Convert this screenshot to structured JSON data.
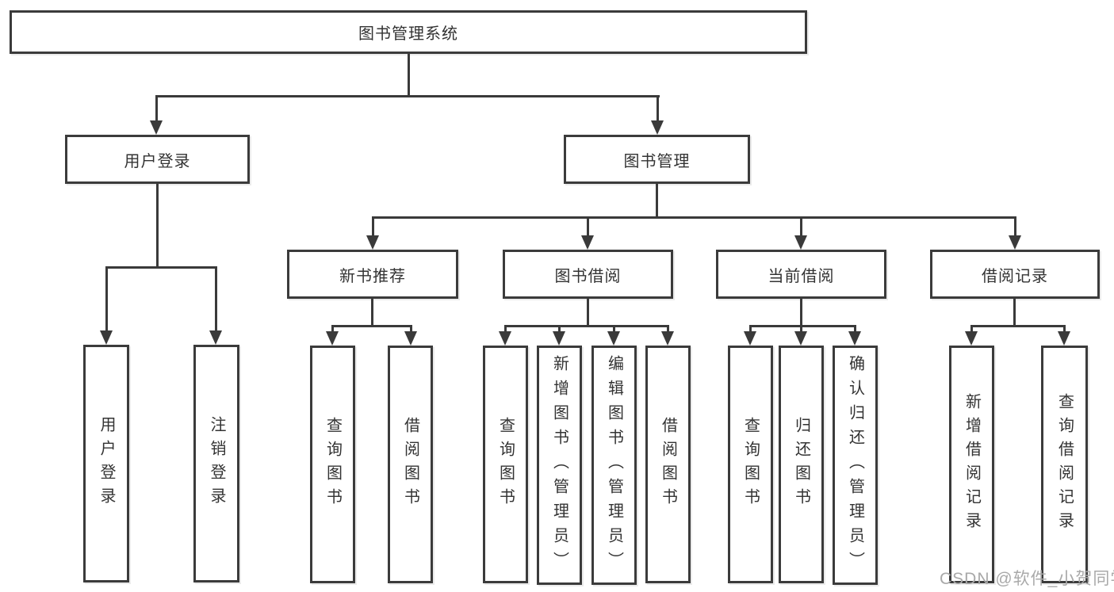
{
  "colors": {
    "line": "#3a3a3a",
    "box_border": "#3b3b3b",
    "text": "#333333",
    "watermark": "#a9a9a9"
  },
  "nodes": {
    "root": {
      "label": "图书管理系统"
    },
    "user_login": {
      "label": "用户登录"
    },
    "book_mgmt": {
      "label": "图书管理"
    },
    "new_books": {
      "label": "新书推荐"
    },
    "book_borrow": {
      "label": "图书借阅"
    },
    "current_borrow": {
      "label": "当前借阅"
    },
    "borrow_records": {
      "label": "借阅记录"
    },
    "leaves": {
      "user_login": [
        "用户登录",
        "注销登录"
      ],
      "new_books": [
        "查询图书",
        "借阅图书"
      ],
      "book_borrow": [
        "查询图书",
        "新增图书（管理员）",
        "编辑图书（管理员）",
        "借阅图书"
      ],
      "current_borrow": [
        "查询图书",
        "归还图书",
        "确认归还（管理员）"
      ],
      "borrow_records": [
        "新增借阅记录",
        "查询借阅记录"
      ]
    }
  },
  "watermark": {
    "text": "CSDN @软件_小贺同学"
  }
}
